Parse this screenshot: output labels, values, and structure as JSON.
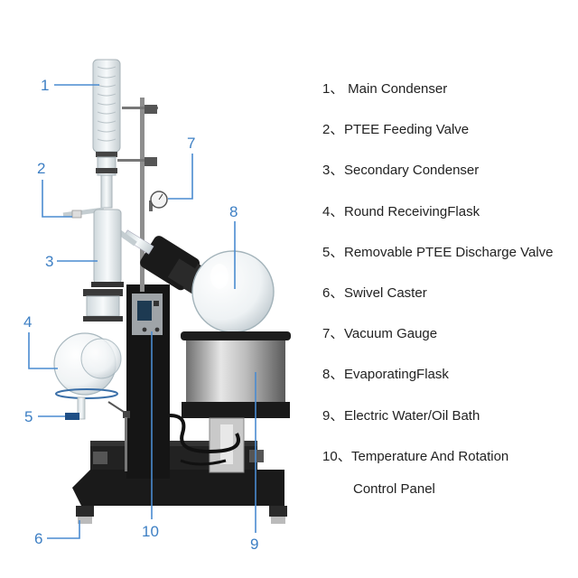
{
  "callouts": [
    {
      "num": "1",
      "label": "Main Condenser"
    },
    {
      "num": "2",
      "label": "PTEE Feeding Valve"
    },
    {
      "num": "3",
      "label": "Secondary Condenser"
    },
    {
      "num": "4",
      "label": "Round ReceivingFlask"
    },
    {
      "num": "5",
      "label": "Removable PTEE Discharge Valve"
    },
    {
      "num": "6",
      "label": "Swivel Caster"
    },
    {
      "num": "7",
      "label": "Vacuum Gauge"
    },
    {
      "num": "8",
      "label": "EvaporatingFlask"
    },
    {
      "num": "9",
      "label": "Electric Water/Oil Bath"
    },
    {
      "num": "10",
      "label": "Temperature And Rotation",
      "label_line2": "Control Panel"
    }
  ],
  "legend_separator": "、",
  "colors": {
    "accent": "#3d7fc4",
    "leader": "#4a8bd0",
    "frame": "#1c1c1c",
    "steel": "#9a9a9a"
  }
}
